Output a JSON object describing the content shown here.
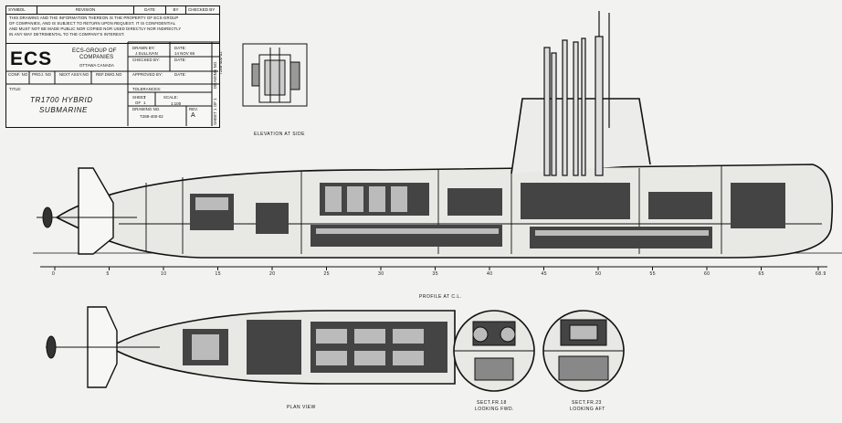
{
  "title_block": {
    "symbol_header": "SYMBOL",
    "revision_header": "REVISION",
    "date_header": "DATE",
    "by_header": "BY",
    "checked_by_header": "CHECKED BY",
    "notice_lines": [
      "THIS DRAWING AND THE INFORMATION THEREON IS THE PROPERTY OF ECS-GROUP",
      "OF COMPANIES, AND IS SUBJECT TO RETURN UPON REQUEST. IT IS CONFIDENTIAL",
      "AND MUST NOT BE MADE PUBLIC NOR COPIED NOR USED DIRECTLY NOR INDIRECTLY",
      "IN ANY WAY DETRIMENTAL TO THE COMPANY'S INTEREST."
    ],
    "logo": "ECS",
    "company_line1": "ECS-GROUP OF",
    "company_line2": "COMPANIES",
    "location": "OTTAWA    CANADA",
    "drawn_by_label": "DRAWN BY:",
    "drawn_by": "J.SULLIVAN",
    "date_label": "DATE:",
    "date": "14 NOV 86",
    "checked_by_label": "CHECKED BY:",
    "checked_date_label": "DATE:",
    "approved_by_label": "APPROVED BY:",
    "approved_date_label": "DATE:",
    "conf_no": "CONF. NO",
    "proj_no": "PROJ. NO",
    "next_assy": "NEXT ASSY.NO",
    "ref_dwg": "REF.DWG.NO",
    "title_label": "TITLE:",
    "title_line1": "TR1700 HYBRID",
    "title_line2": "SUBMARINE",
    "tolerances_label": "TOLERANCES:",
    "sheet_label": "SHEET",
    "sheet_value": "1",
    "of_label": "OF",
    "of_value": "1",
    "scale_label": "SCALE:",
    "scale_value": "1:100",
    "drawing_no_label": "DRAWING NO.",
    "drawing_no": "T288-400-02",
    "rev_label": "REV.",
    "rev_value": "A",
    "side_drawing_no_label": "DRAWING NO.",
    "side_drawing_no": "T288-400-02",
    "side_sheet": "SHEET 1 OF 1"
  },
  "views": {
    "elevation": "ELEVATION AT SIDE",
    "profile": "PROFILE AT C.L.",
    "plan": "PLAN VIEW",
    "sect18_line1": "SECT.FR.18",
    "sect18_line2": "LOOKING FWD.",
    "sect23_line1": "SECT.FR.23",
    "sect23_line2": "LOOKING AFT"
  },
  "scale_ticks": [
    "0",
    "5",
    "10",
    "15",
    "20",
    "25",
    "30",
    "35",
    "40",
    "45",
    "50",
    "55",
    "60",
    "65",
    "68.9"
  ]
}
